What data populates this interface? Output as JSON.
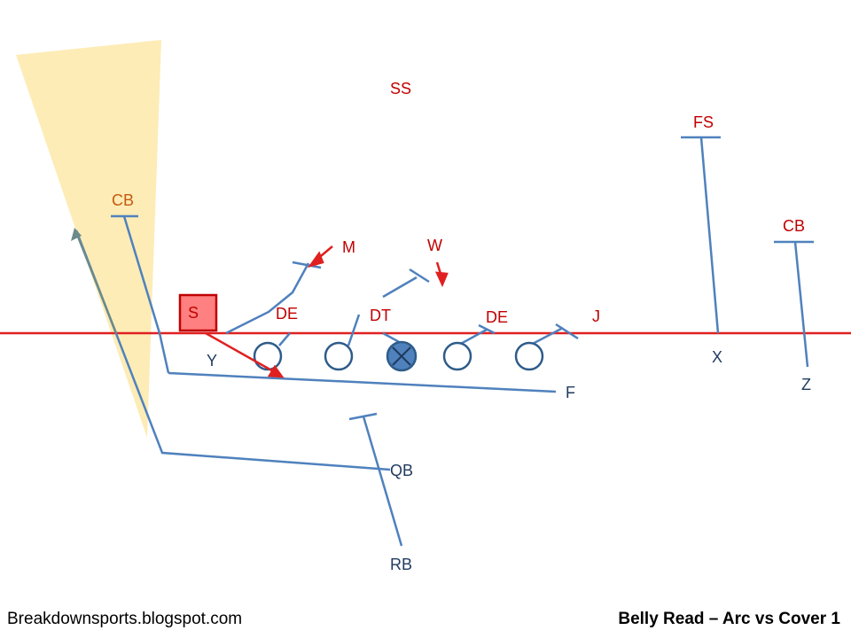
{
  "defense": {
    "ss": "SS",
    "fs": "FS",
    "cb_left": "CB",
    "cb_right": "CB",
    "m": "M",
    "w": "W",
    "de_left": "DE",
    "dt": "DT",
    "de_right": "DE",
    "j": "J",
    "s": "S"
  },
  "offense": {
    "y": "Y",
    "x": "X",
    "z": "Z",
    "f": "F",
    "qb": "QB",
    "rb": "RB"
  },
  "footer": {
    "source": "Breakdownsports.blogspot.com",
    "title": "Belly Read – Arc vs Cover 1"
  },
  "colors": {
    "route_blue": "#4f81bd",
    "defense_red": "#c00000",
    "los_red": "#e02020",
    "zone_fill": "#fde9a9",
    "s_box": "#ff8080"
  }
}
